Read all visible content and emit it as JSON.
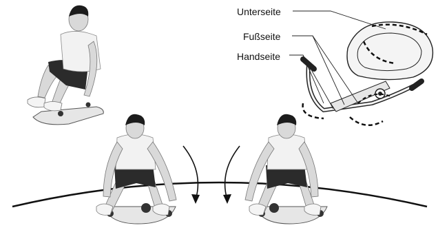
{
  "labels": {
    "unterseite": "Unterseite",
    "fussseite": "Fußseite",
    "handseite": "Handseite"
  },
  "colors": {
    "ink": "#111111",
    "shirt": "#f2f2f2",
    "shorts": "#2b2b2b",
    "hair": "#1c1c1c",
    "skin": "#d9d9d9",
    "board": "#e6e6e6"
  }
}
